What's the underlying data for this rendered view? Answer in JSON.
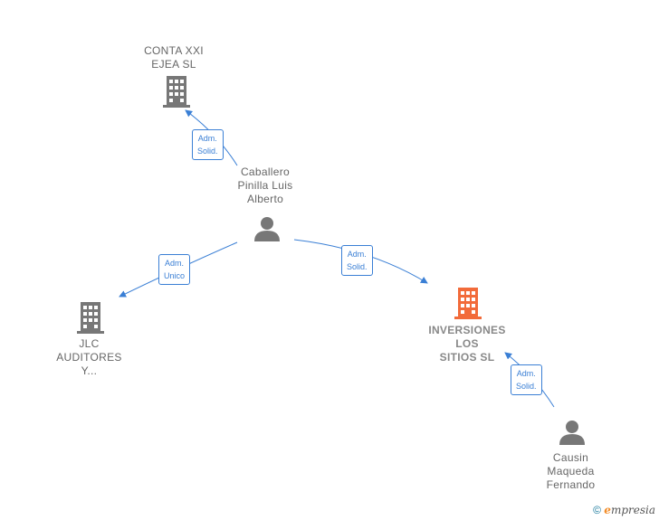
{
  "nodes": {
    "conta": {
      "label": "CONTA XXI\nEJEA SL",
      "type": "company"
    },
    "caballero": {
      "label": "Caballero\nPinilla Luis\nAlberto",
      "type": "person"
    },
    "jlc": {
      "label": "JLC\nAUDITORES\nY...",
      "type": "company"
    },
    "inversiones": {
      "label": "INVERSIONES\nLOS\nSITIOS SL",
      "type": "company",
      "highlight": true
    },
    "causin": {
      "label": "Causin\nMaqueda\nFernando",
      "type": "person"
    }
  },
  "edges": {
    "caballero_conta": "Adm.\nSolid.",
    "caballero_jlc": "Adm.\nUnico",
    "caballero_inversiones": "Adm.\nSolid.",
    "causin_inversiones": "Adm.\nSolid."
  },
  "colors": {
    "edge": "#3a7fd5",
    "icon": "#777777",
    "highlight": "#f26b3a"
  },
  "footer": {
    "copyright": "©",
    "brand_initial": "e",
    "brand_rest": "mpresia"
  }
}
